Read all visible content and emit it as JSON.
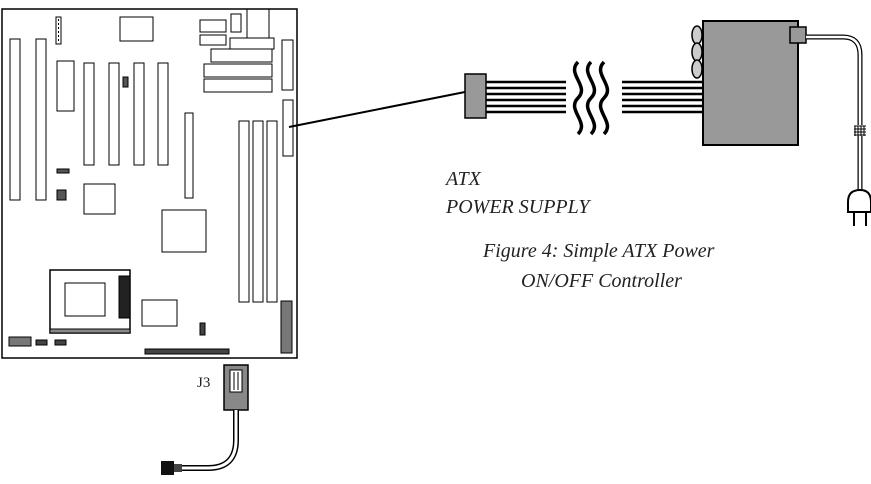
{
  "labels": {
    "connector": "J3",
    "atx_line1": "ATX",
    "atx_line2": "POWER SUPPLY"
  },
  "caption": {
    "line1": "Figure 4: Simple ATX Power",
    "line2": "ON/OFF Controller"
  }
}
